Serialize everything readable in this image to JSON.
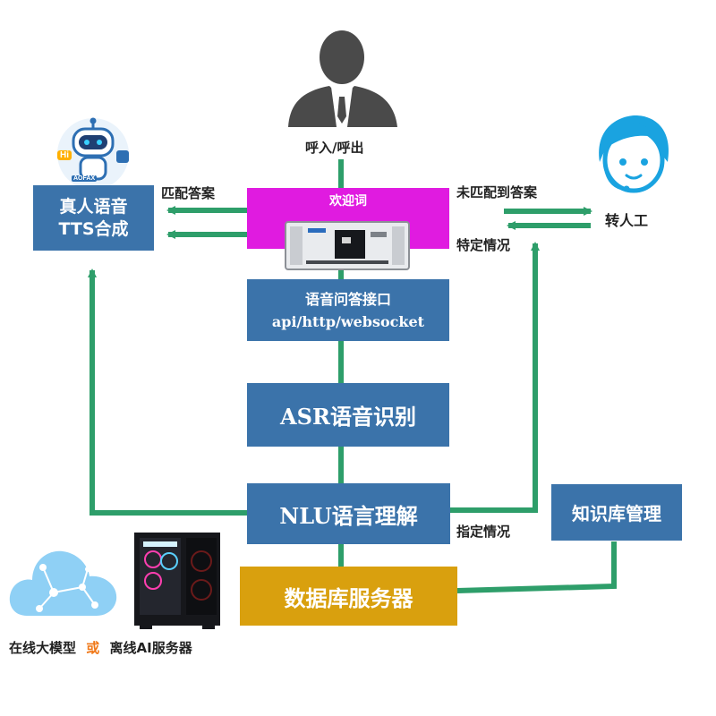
{
  "person": {
    "label": "呼入/呼出"
  },
  "robot": {
    "badge_hi": "Hi",
    "badge_brand": "AOFAX"
  },
  "tts": {
    "line1": "真人语音",
    "line2": "TTS合成"
  },
  "welcome": {
    "title": "欢迎词"
  },
  "agent": {
    "label": "转人工"
  },
  "qa_api": {
    "line1": "语音问答接口",
    "line2": "api/http/websocket"
  },
  "asr": {
    "label": "ASR语音识别"
  },
  "nlu": {
    "label": "NLU语言理解"
  },
  "kb": {
    "label": "知识库管理"
  },
  "db": {
    "label": "数据库服务器"
  },
  "edges": {
    "match": "匹配答案",
    "no_match": "未匹配到答案",
    "special_case": "特定情况",
    "assigned_case": "指定情况"
  },
  "bottom": {
    "left": "在线大模型",
    "or": "或",
    "right": "离线AI服务器"
  },
  "colors": {
    "box_blue": "#3b73aa",
    "welcome_magenta": "#e01be0",
    "db_gold": "#d9a00e",
    "line_green": "#2e9e6a",
    "or_orange": "#f07818"
  }
}
